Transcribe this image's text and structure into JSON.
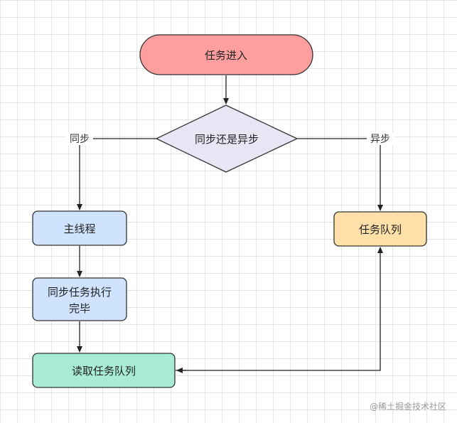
{
  "nodes": {
    "start": {
      "label": "任务进入",
      "fill": "#ff9e9e"
    },
    "decision": {
      "label": "同步还是异步",
      "fill": "#e6e6f5"
    },
    "main_thread": {
      "label": "主线程",
      "fill": "#cfe3ff"
    },
    "sync_done": {
      "line1": "同步任务执行",
      "line2": "完毕",
      "fill": "#cfe3ff"
    },
    "task_queue": {
      "label": "任务队列",
      "fill": "#ffe0a8"
    },
    "read_queue": {
      "label": "读取任务队列",
      "fill": "#a8ebd6"
    }
  },
  "edges": {
    "sync_label": "同步",
    "async_label": "异步"
  },
  "watermark": "@稀土掘金技术社区",
  "colors": {
    "stroke": "#333333",
    "arrow": "#222222"
  }
}
